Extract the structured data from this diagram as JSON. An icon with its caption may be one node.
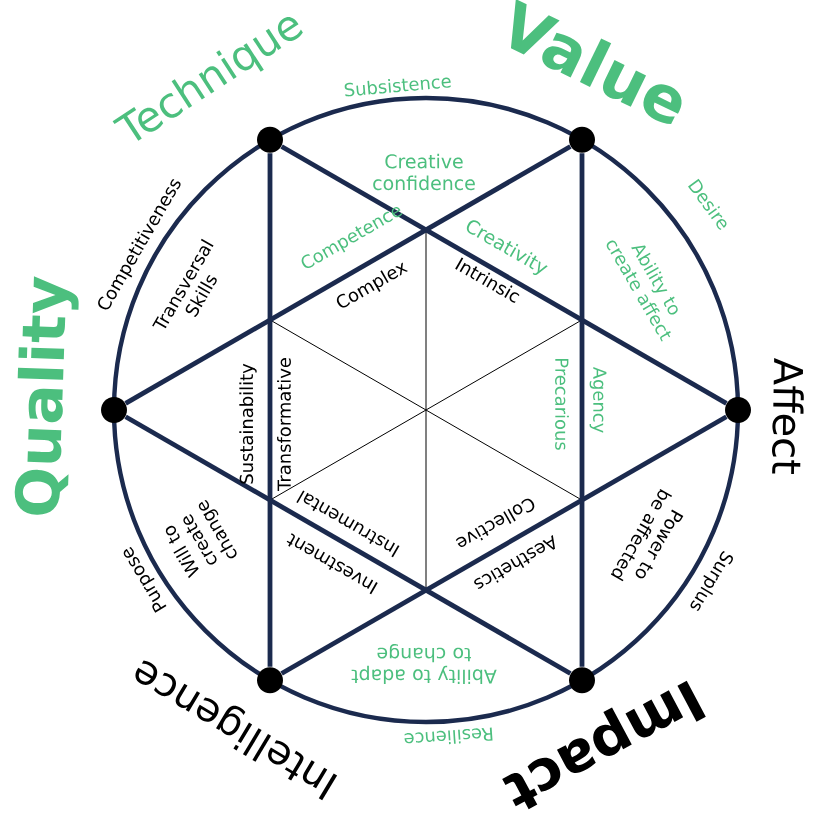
{
  "diagram": {
    "nodes": [
      {
        "text": [],
        "shape": "circle"
      },
      {
        "text": [],
        "shape": "circle"
      },
      {
        "text": [],
        "shape": "circle"
      },
      {
        "text": [],
        "shape": "circle"
      },
      {
        "text": [],
        "shape": "circle"
      },
      {
        "text": [],
        "shape": "circle"
      }
    ],
    "edges": [
      {
        "from": 0,
        "to": 3,
        "arrow": "none"
      },
      {
        "from": 3,
        "to": 4,
        "arrow": "none"
      },
      {
        "from": 4,
        "to": 0,
        "arrow": "none"
      },
      {
        "from": 1,
        "to": 2,
        "arrow": "none"
      },
      {
        "from": 2,
        "to": 5,
        "arrow": "none"
      },
      {
        "from": 5,
        "to": 1,
        "arrow": "none"
      }
    ],
    "labels": [
      "Technique",
      "Subsistence",
      "Value",
      "Desire",
      "Affect",
      "Surplus",
      "Impact",
      "Resilience",
      "Intelligence",
      "Purpose",
      "Quality",
      "Competitiveness",
      "Creative confidence",
      "Competence",
      "Complex",
      "Creativity",
      "Intrinsic",
      "Transversal Skills",
      "Ability to create affect",
      "Precarious",
      "Agency",
      "Sustainability",
      "Transformative",
      "Will to create change",
      "Instrumental",
      "Investment",
      "Collective",
      "Aesthetics",
      "Power to be affected",
      "Ability to adapt to change"
    ]
  }
}
